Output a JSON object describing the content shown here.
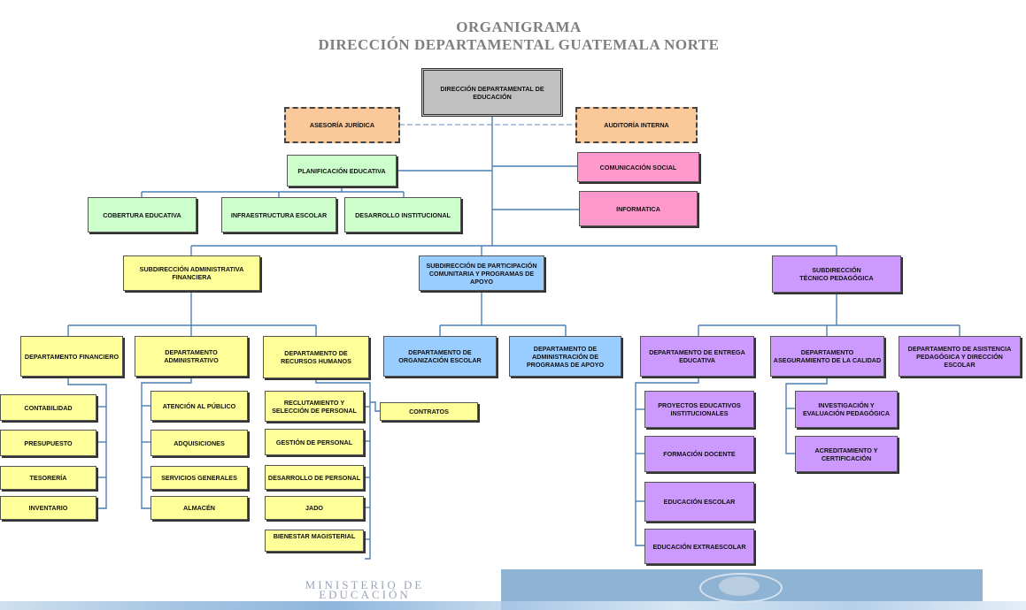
{
  "header": {
    "line1": "ORGANIGRAMA",
    "line2": "DIRECCIÓN DEPARTAMENTAL GUATEMALA NORTE"
  },
  "nodes": {
    "direccion": "DIRECCIÓN DEPARTAMENTAL DE EDUCACIÓN",
    "asesoria": "ASESORÍA JURÍDICA",
    "auditoria": "AUDITORÍA INTERNA",
    "planificacion": "PLANIFICACIÓN EDUCATIVA",
    "comunicacion": "COMUNICACIÓN SOCIAL",
    "informatica": "INFORMATICA",
    "cobertura": "COBERTURA EDUCATIVA",
    "infraestructura": "INFRAESTRUCTURA ESCOLAR",
    "desarrollo_inst": "DESARROLLO INSTITUCIONAL",
    "sub_admin": "SUBDIRECCIÓN ADMINISTRATIVA FINANCIERA",
    "sub_participacion": "SUBDIRECCIÓN DE PARTICIPACIÓN COMUNITARIA Y PROGRAMAS DE APOYO",
    "sub_tecnico": "SUBDIRECCIÓN TÉCNICO PEDAGÓGICA",
    "dep_financiero": "DEPARTAMENTO FINANCIERO",
    "dep_administrativo": "DEPARTAMENTO ADMINISTRATIVO",
    "dep_rrhh": "DEPARTAMENTO DE RECURSOS HUMANOS",
    "dep_organizacion": "DEPARTAMENTO DE ORGANIZACIÓN ESCOLAR",
    "dep_admin_programas": "DEPARTAMENTO DE ADMINISTRACIÓN DE PROGRAMAS DE APOYO",
    "dep_entrega": "DEPARTAMENTO DE ENTREGA EDUCATIVA",
    "dep_aseguramiento": "DEPARTAMENTO ASEGURAMIENTO DE LA CALIDAD",
    "dep_asistencia": "DEPARTAMENTO DE ASISTENCIA PEDAGÓGICA Y DIRECCIÓN ESCOLAR",
    "contabilidad": "CONTABILIDAD",
    "presupuesto": "PRESUPUESTO",
    "tesoreria": "TESORERÍA",
    "inventario": "INVENTARIO",
    "atencion": "ATENCIÓN AL PÚBLICO",
    "adquisiciones": "ADQUISICIONES",
    "servicios": "SERVICIOS GENERALES",
    "almacen": "ALMACÉN",
    "reclutamiento": "RECLUTAMIENTO Y SELECCIÓN DE PERSONAL",
    "contratos": "CONTRATOS",
    "gestion": "GESTIÓN DE PERSONAL",
    "desarrollo_personal": "DESARROLLO DE PERSONAL",
    "jado": "JADO",
    "bienestar": "BIENESTAR MAGISTERIAL",
    "proyectos": "PROYECTOS EDUCATIVOS INSTITUCIONALES",
    "formacion": "FORMACIÓN DOCENTE",
    "educacion_escolar": "EDUCACIÓN ESCOLAR",
    "educacion_extra": "EDUCACIÓN EXTRAESCOLAR",
    "investigacion": "INVESTIGACIÓN Y EVALUACIÓN PEDAGÓGICA",
    "acreditamiento": "ACREDITAMIENTO Y CERTIFICACIÓN"
  },
  "footer": {
    "ministerio": "MINISTERIO DE EDUCACIÓN"
  },
  "colors": {
    "gray": "#c0c0c0",
    "orange": "#fac899",
    "green": "#ccffcc",
    "pink": "#ff99cc",
    "yellow": "#ffff99",
    "blue": "#99ccff",
    "purple": "#cc99ff",
    "connector": "#4a7fb5"
  }
}
